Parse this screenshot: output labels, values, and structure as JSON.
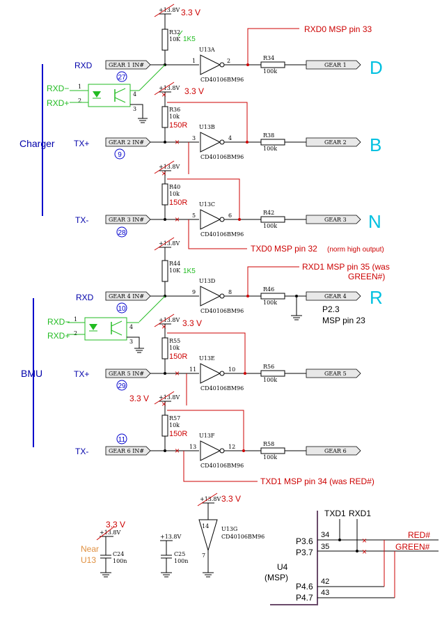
{
  "sections": {
    "charger": "Charger",
    "bmu": "BMU"
  },
  "signals": {
    "rxd": "RXD",
    "txp": "TX+",
    "txm": "TX-"
  },
  "opto": {
    "minus": "RXD−",
    "plus": "RXD+",
    "p1": "1",
    "p2": "2",
    "p3": "3",
    "p4": "4"
  },
  "connectors": {
    "in": [
      "GEAR 1 IN#",
      "GEAR 2 IN#",
      "GEAR 3 IN#",
      "GEAR 4 IN#",
      "GEAR 5 IN#",
      "GEAR 6 IN#"
    ],
    "out": [
      "GEAR 1",
      "GEAR 2",
      "GEAR 3",
      "GEAR 4",
      "GEAR 5",
      "GEAR 6"
    ],
    "nums": [
      "27",
      "9",
      "28",
      "10",
      "29",
      "11"
    ]
  },
  "letters": [
    "D",
    "B",
    "N",
    "R"
  ],
  "rails": {
    "old": "+13.8V",
    "new": "3.3 V"
  },
  "resistors_pullup": [
    {
      "ref": "R32",
      "val": "10K",
      "new": "1K5"
    },
    {
      "ref": "R36",
      "val": "10k",
      "new": "150R"
    },
    {
      "ref": "R40",
      "val": "10k",
      "new": "150R"
    },
    {
      "ref": "R44",
      "val": "10K",
      "new": "1K5"
    },
    {
      "ref": "R55",
      "val": "10k",
      "new": "150R"
    },
    {
      "ref": "R57",
      "val": "10k",
      "new": "150R"
    }
  ],
  "resistors_series": [
    {
      "ref": "R34",
      "val": "100k"
    },
    {
      "ref": "R38",
      "val": "100k"
    },
    {
      "ref": "R42",
      "val": "100k"
    },
    {
      "ref": "R46",
      "val": "100k"
    },
    {
      "ref": "R56",
      "val": "100k"
    },
    {
      "ref": "R58",
      "val": "100k"
    }
  ],
  "inverters": [
    {
      "ref": "U13A",
      "in": "1",
      "out": "2"
    },
    {
      "ref": "U13B",
      "in": "3",
      "out": "4"
    },
    {
      "ref": "U13C",
      "in": "5",
      "out": "6"
    },
    {
      "ref": "U13D",
      "in": "9",
      "out": "8"
    },
    {
      "ref": "U13E",
      "in": "11",
      "out": "10"
    },
    {
      "ref": "U13F",
      "in": "13",
      "out": "12"
    }
  ],
  "part": "CD40106BM96",
  "notes": {
    "rxd0": "RXD0 MSP pin 33",
    "txd0": "TXD0 MSP pin 32",
    "txd0_sub": "(norm high output)",
    "rxd1": "RXD1 MSP pin 35 (was",
    "rxd1_b": "GREEN#)",
    "txd1": "TXD1 MSP pin 34 (was RED#)",
    "p23": "P2.3",
    "p23b": "MSP pin 23"
  },
  "u13g": {
    "ref": "U13G",
    "pin14": "14",
    "pin7": "7"
  },
  "caps": {
    "c24": "C24",
    "c25": "C25",
    "val": "100n",
    "near": "Near",
    "u13": "U13"
  },
  "msp": {
    "ref": "U4",
    "label": "(MSP)",
    "txd1": "TXD1",
    "rxd1": "RXD1",
    "p36": "P3.6",
    "p37": "P3.7",
    "p46": "P4.6",
    "p47": "P4.7",
    "n34": "34",
    "n35": "35",
    "n42": "42",
    "n43": "43",
    "red": "RED#",
    "green": "GREEN#"
  }
}
